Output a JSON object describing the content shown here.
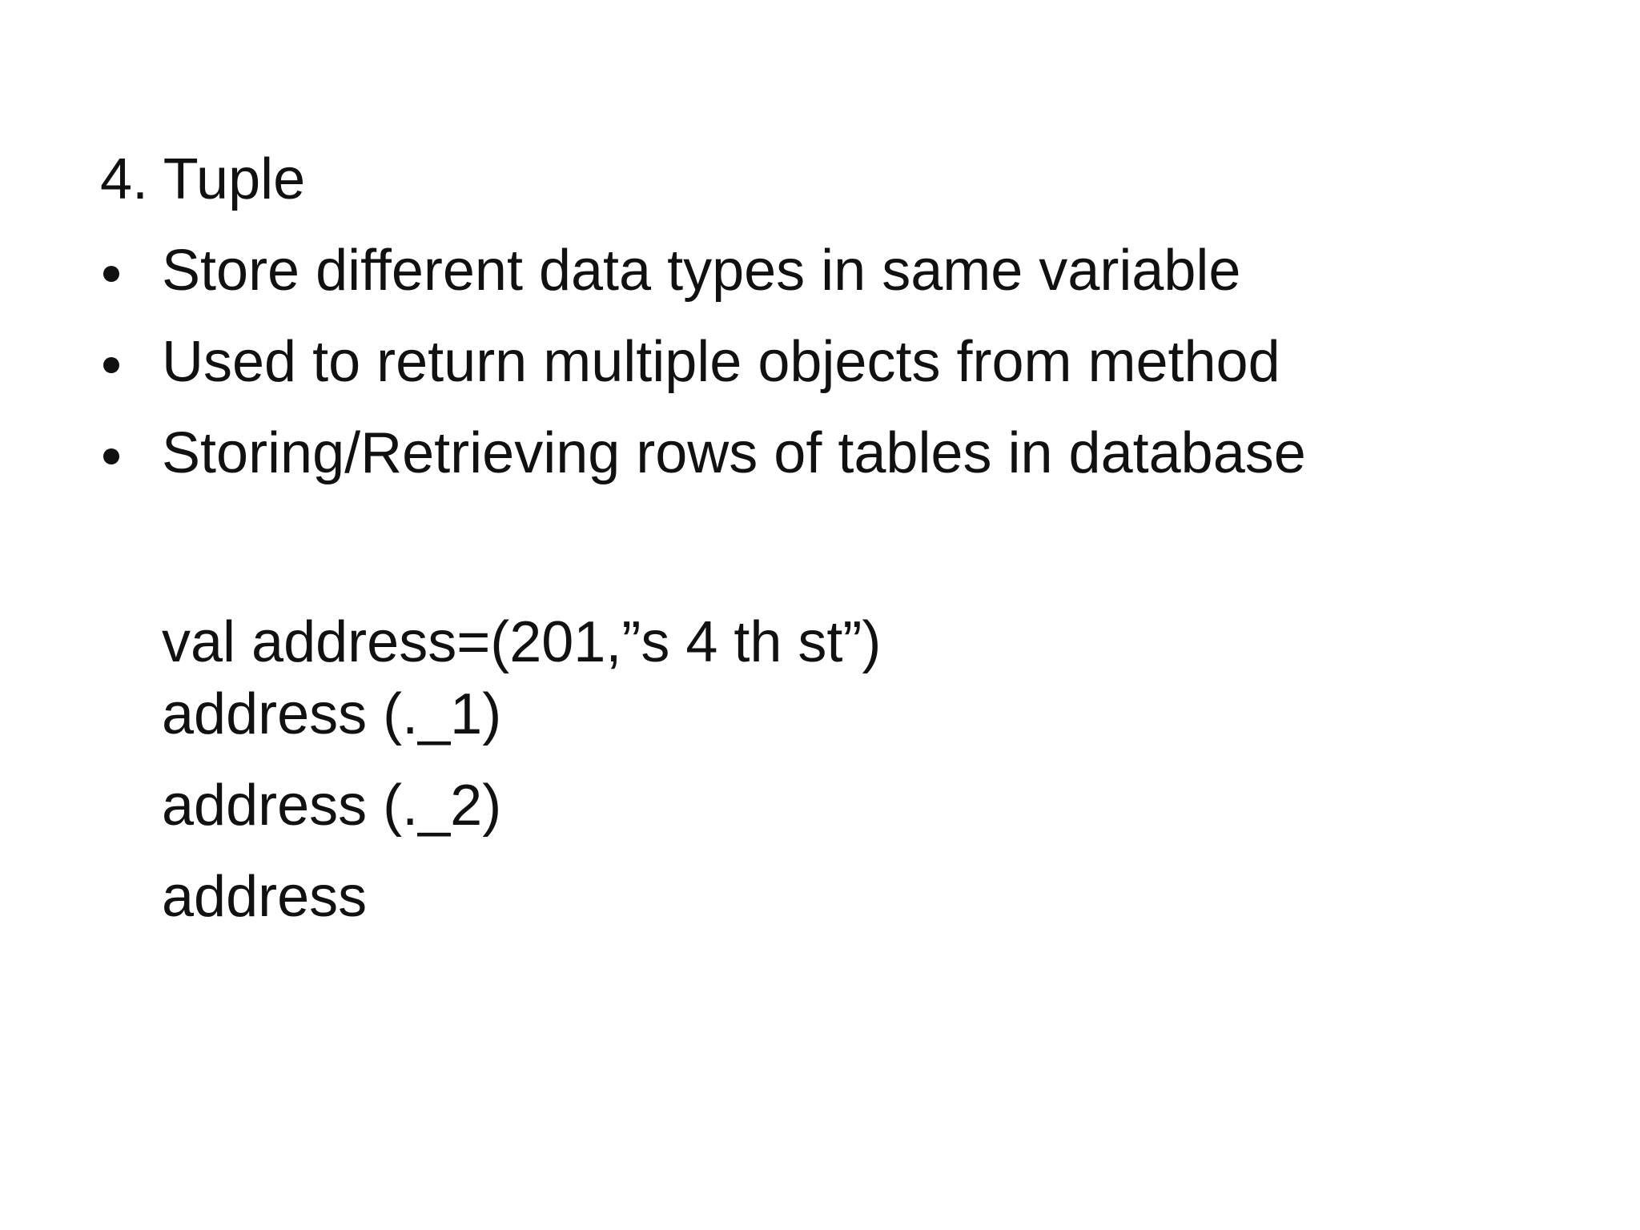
{
  "slide": {
    "heading": "4. Tuple",
    "bullets": [
      " Store different data types in same variable",
      "Used to return multiple objects from method",
      "Storing/Retrieving rows of tables in database"
    ],
    "code_lines": [
      "val address=(201,”s 4 th st”)",
      "address (._1)",
      "address (._2)",
      "address"
    ]
  }
}
